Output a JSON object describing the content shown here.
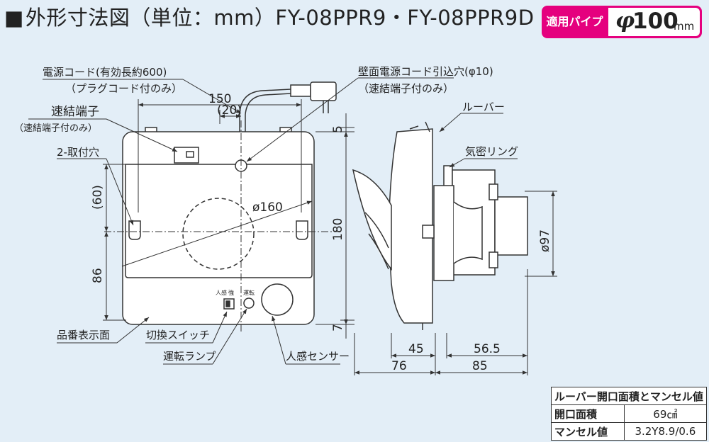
{
  "header": {
    "square": "■",
    "title": "外形寸法図（単位：mm）FY-08PPR9・FY-08PPR9D"
  },
  "badge": {
    "label": "適用パイプ",
    "phi": "φ",
    "value": "100",
    "unit": "mm"
  },
  "labels": {
    "power_cord": "電源コード(有効長約600)",
    "plug_cord": "（プラグコード付のみ）",
    "quick_terminal": "速結端子",
    "quick_terminal_only": "（速結端子付のみ）",
    "mount_holes": "2-取付穴",
    "wall_cord_hole": "壁面電源コード引込穴(φ10)",
    "wall_cord_hole_sub": "（速結端子付のみ）",
    "louver": "ルーバー",
    "seal_ring": "気密リング",
    "product_label": "品番表示面",
    "switch": "切換スイッチ",
    "run_lamp": "運転ランプ",
    "human_sensor": "人感センサー",
    "switch_left_mark": "人感",
    "switch_right_mark": "強",
    "lamp_mark": "運転"
  },
  "dimensions": {
    "w150": "150",
    "w20": "(20)",
    "h60": "(60)",
    "h86": "86",
    "d160": "ø160",
    "h180": "180",
    "h5": "5",
    "h7": "7",
    "d97": "ø97",
    "d45": "45",
    "d56_5": "56.5",
    "d76": "76",
    "d85": "85"
  },
  "spec_table": {
    "title": "ルーバー開口面積とマンセル値",
    "rows": [
      {
        "label": "開口面積",
        "value": "69㎠"
      },
      {
        "label": "マンセル値",
        "value": "3.2Y8.9/0.6"
      }
    ]
  },
  "colors": {
    "background": "#e3eef7",
    "badge": "#e5007e",
    "line": "#333333"
  }
}
